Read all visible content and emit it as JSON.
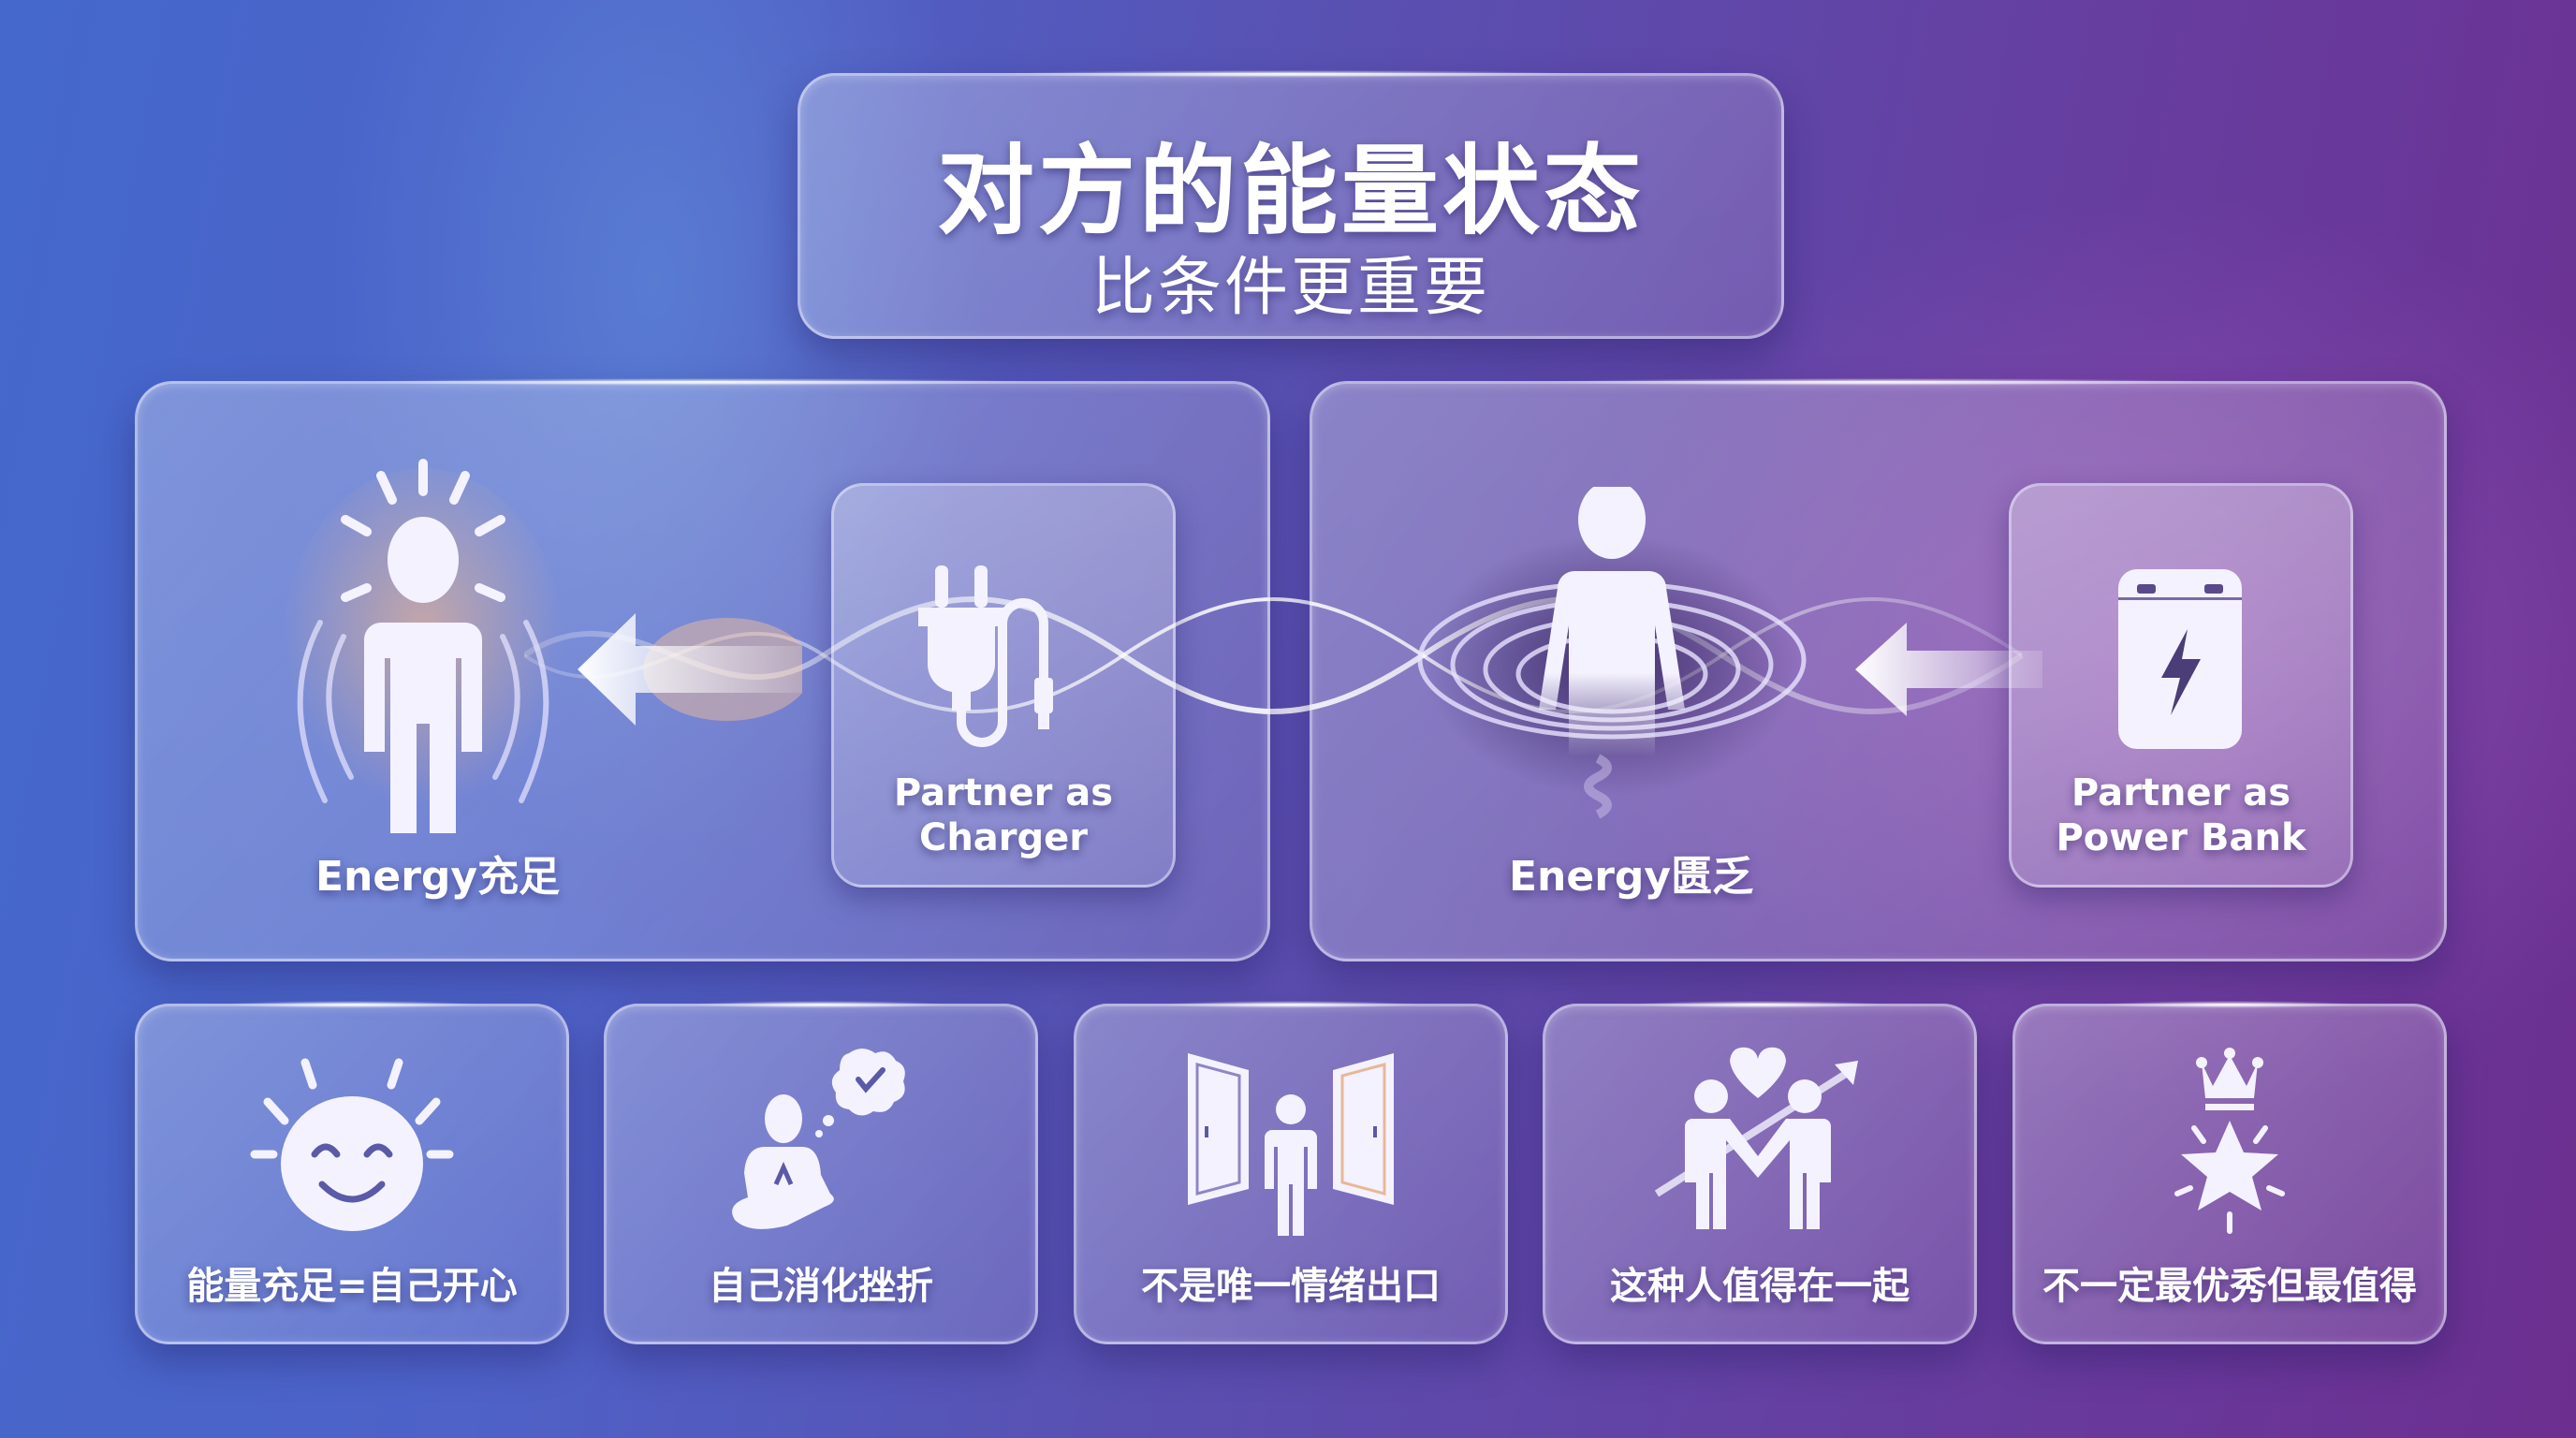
{
  "title": {
    "main": "对方的能量状态",
    "sub": "比条件更重要"
  },
  "panels": {
    "left": {
      "person_label": "Energy充足",
      "person_icon": "radiant-person-icon",
      "arrow_icon": "arrow-left-icon",
      "partner_card": {
        "label_line1": "Partner as",
        "label_line2": "Charger",
        "icon": "plug-icon"
      }
    },
    "right": {
      "person_label": "Energy匮乏",
      "person_icon": "person-in-vortex-icon",
      "arrow_icon": "arrow-left-icon",
      "partner_card": {
        "label_line1": "Partner as",
        "label_line2": "Power Bank",
        "icon": "power-bank-icon"
      }
    }
  },
  "cards": [
    {
      "label": "能量充足=自己开心",
      "icon": "smiling-sun-face-icon"
    },
    {
      "label": "自己消化挫折",
      "icon": "meditating-person-icon"
    },
    {
      "label": "不是唯一情绪出口",
      "icon": "person-between-doors-icon"
    },
    {
      "label": "这种人值得在一起",
      "icon": "couple-heart-growth-icon"
    },
    {
      "label": "不一定最优秀但最值得",
      "icon": "crowned-star-icon"
    }
  ],
  "colors": {
    "background_left": "#4468cc",
    "background_right": "#6c2f90",
    "text": "#ffffff",
    "glow_orange": "#f5b98a"
  }
}
